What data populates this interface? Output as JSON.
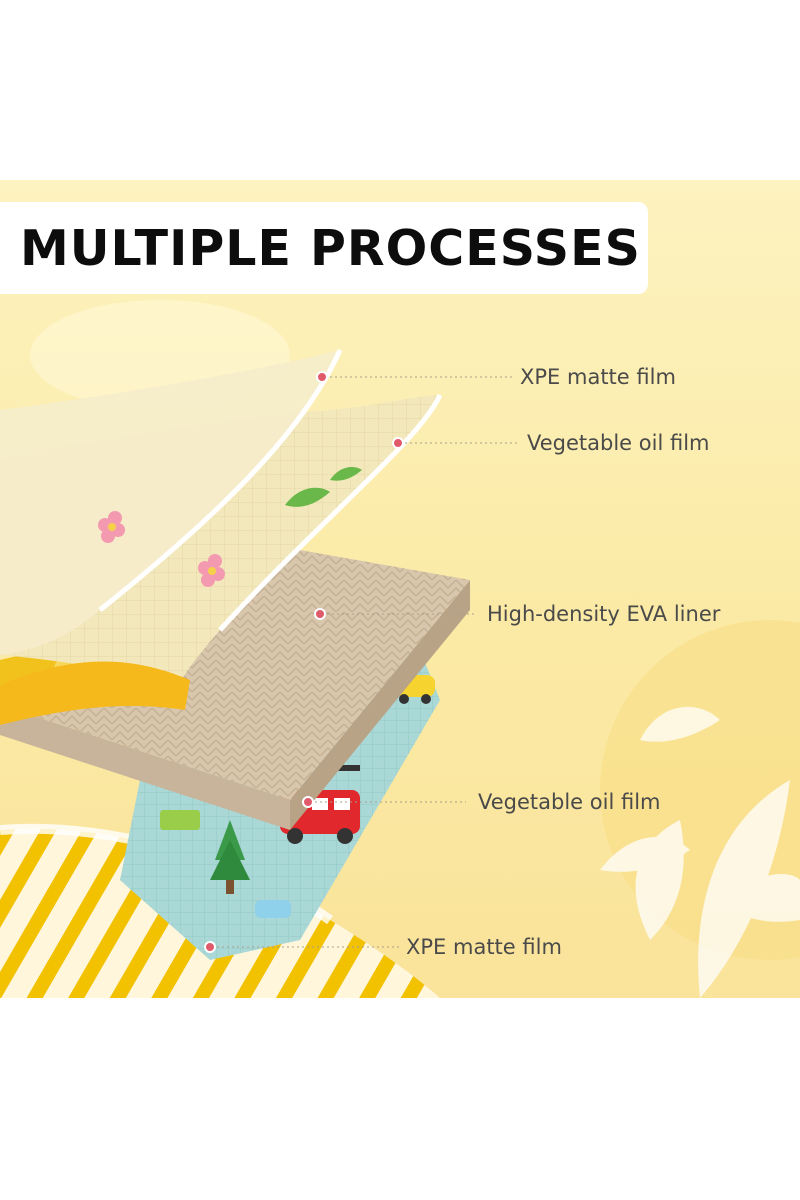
{
  "title": "MULTIPLE PROCESSES",
  "layers": [
    {
      "label": "XPE matte film"
    },
    {
      "label": "Vegetable oil film"
    },
    {
      "label": "High-density EVA liner"
    },
    {
      "label": "Vegetable oil film"
    },
    {
      "label": "XPE matte film"
    }
  ],
  "colors": {
    "background": "#fbeaa5",
    "title_box": "#ffffff",
    "title_text": "#0d0d0d",
    "label_text": "#4a4a4a",
    "marker": "#e05a6a",
    "stripe": "#f2c100"
  }
}
